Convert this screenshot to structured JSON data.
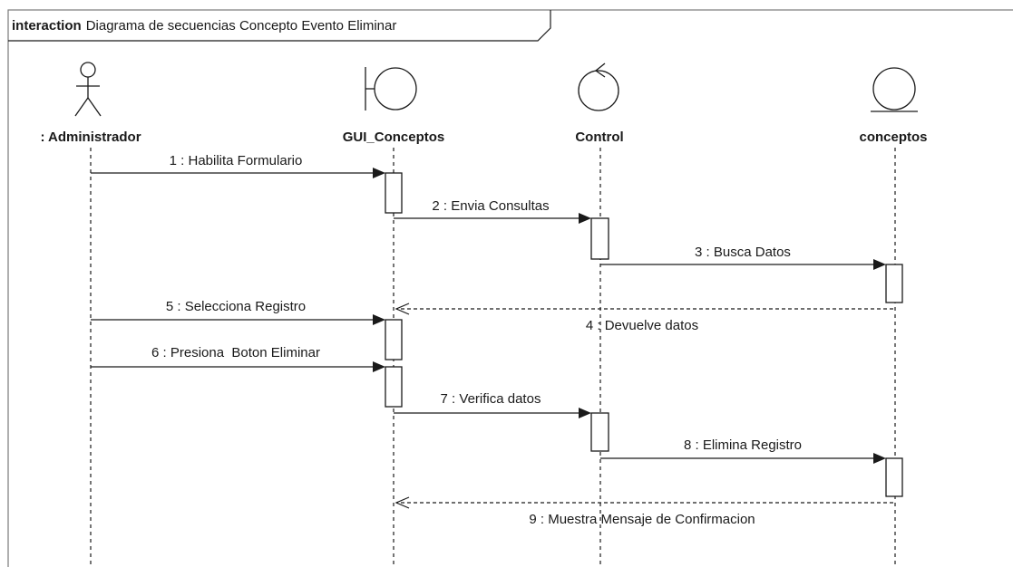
{
  "frame": {
    "keyword": "interaction",
    "name": "Diagrama de secuencias Concepto Evento Eliminar"
  },
  "lifelines": [
    {
      "id": "admin",
      "label": ": Administrador",
      "kind": "actor"
    },
    {
      "id": "gui",
      "label": "GUI_Conceptos",
      "kind": "boundary"
    },
    {
      "id": "control",
      "label": "Control",
      "kind": "control"
    },
    {
      "id": "conceptos",
      "label": "conceptos",
      "kind": "entity"
    }
  ],
  "messages": [
    {
      "label": "1 : Habilita Formulario",
      "from": "admin",
      "to": "gui",
      "type": "sync"
    },
    {
      "label": "2 : Envia Consultas",
      "from": "gui",
      "to": "control",
      "type": "sync"
    },
    {
      "label": "3 : Busca Datos",
      "from": "control",
      "to": "conceptos",
      "type": "sync"
    },
    {
      "label": "4 : Devuelve datos",
      "from": "conceptos",
      "to": "gui",
      "type": "return"
    },
    {
      "label": "5 : Selecciona Registro",
      "from": "admin",
      "to": "gui",
      "type": "sync"
    },
    {
      "label": "6 : Presiona  Boton Eliminar",
      "from": "admin",
      "to": "gui",
      "type": "sync"
    },
    {
      "label": "7 : Verifica datos",
      "from": "gui",
      "to": "control",
      "type": "sync"
    },
    {
      "label": "8 : Elimina Registro",
      "from": "control",
      "to": "conceptos",
      "type": "sync"
    },
    {
      "label": "9 : Muestra Mensaje de Confirmacion",
      "from": "conceptos",
      "to": "gui",
      "type": "return"
    }
  ],
  "colors": {
    "line": "#1a1a1a",
    "activation_fill": "#ffffff",
    "background": "#ffffff"
  }
}
